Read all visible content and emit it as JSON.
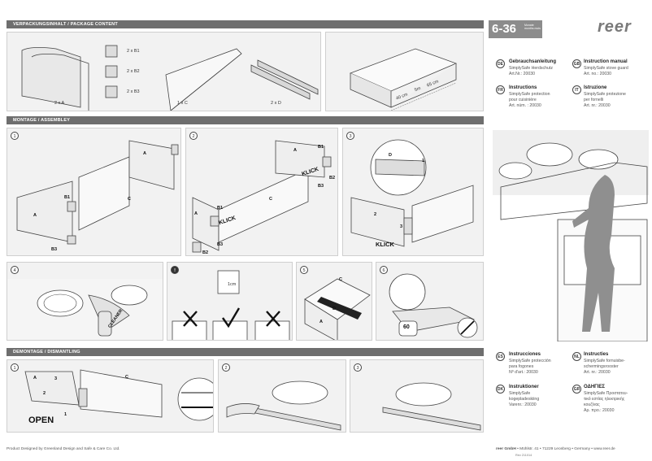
{
  "sections": {
    "package": "VERPACKUNGSINHALT / PACKAGE CONTENT",
    "assembly": "MONTAGE / ASSEMBLEY",
    "dismantling": "DEMONTAGE / DISMANTLING"
  },
  "package_items": {
    "a": "2 x A",
    "b1": "2 x B1",
    "b2": "2 x B2",
    "b3": "2 x B3",
    "c": "1 x C",
    "d": "2 x D"
  },
  "dimensions": {
    "d1": "40 cm",
    "d2": "5m",
    "d3": "65 cm"
  },
  "assembly_labels": {
    "step1": "1",
    "step2": "2",
    "step3": "3",
    "step4": "4",
    "step5": "5",
    "step6": "6",
    "part_a": "A",
    "part_b1": "B1",
    "part_b2": "B2",
    "part_b3": "B3",
    "part_c": "C",
    "part_d": "D",
    "klick": "KLICK",
    "cleaner": "CLEANER",
    "one_cm": "1cm",
    "warn": "!",
    "timer": "60",
    "dismantle_step1": "1",
    "dismantle_step2": "2",
    "dismantle_step3": "3",
    "open": "OPEN",
    "arrow_num_1": "1",
    "arrow_num_2": "2",
    "arrow_num_3": "3"
  },
  "header": {
    "age": "6-36",
    "age_sub": "Monate months mois",
    "brand": "reer"
  },
  "languages_top": [
    {
      "code": "DE",
      "title": "Gebrauchsanleitung",
      "lines": [
        "SimplySafe Herdschutz",
        "Art.Nr.: 20030"
      ]
    },
    {
      "code": "GB",
      "title": "Instruction manual",
      "lines": [
        "SimplySafe stove guard",
        "Art. no.: 20030"
      ]
    },
    {
      "code": "FR",
      "title": "Instructions",
      "lines": [
        "SimplySafe protection",
        "pour cuisinière",
        "Art. núm. : 20030"
      ]
    },
    {
      "code": "IT",
      "title": "Istruzione",
      "lines": [
        "SimplySafe protezione",
        "per fornelli",
        "Art. nr.: 20030"
      ]
    }
  ],
  "languages_bottom": [
    {
      "code": "ES",
      "title": "Instrucciones",
      "lines": [
        "SimplySafe protección",
        "para fogones",
        "Nº d'art.: 20030"
      ]
    },
    {
      "code": "NL",
      "title": "Instructies",
      "lines": [
        "SimplySafe fornuisbe-",
        "schermingsrooster",
        "Art. nr.: 20030"
      ]
    },
    {
      "code": "DK",
      "title": "Instruktioner",
      "lines": [
        "SimplySafe",
        "kogepladeskiing",
        "Varenr.: 20030"
      ]
    },
    {
      "code": "GR",
      "title": "ΟΔΗΓΙΕΣ",
      "lines": [
        "SimplySafe Προστατευ-",
        "τικό εστίας ηλεκτρικής",
        "κουζίνας",
        "Αρ. προ.: 20030"
      ]
    }
  ],
  "footer": {
    "left": "Product Designed by Greenland Design and Safe & Care Co. Ltd.",
    "right_brand": "reer GmbH",
    "right_address": " • Mühlstr. 41 • 71229 Leonberg • Germany • www.reer.de",
    "rev": "Rev 211014"
  },
  "colors": {
    "band": "#6e6e6e",
    "panel": "#f2f2f2",
    "silhouette": "#8f8f8f"
  }
}
